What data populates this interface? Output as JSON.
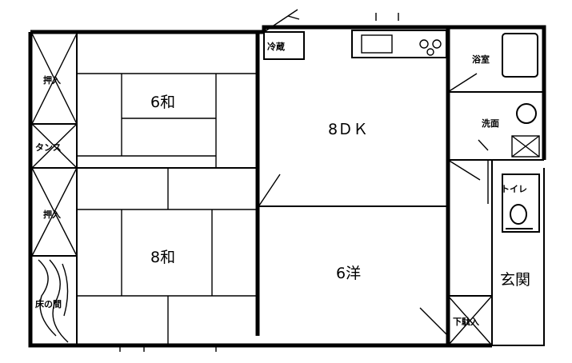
{
  "rooms": {
    "washitsu6": "6和",
    "washitsu8": "8和",
    "dk": "8ＤＫ",
    "yoshitsu": "6洋",
    "genkan": "玄関"
  },
  "labels": {
    "oshiire_top": "押入",
    "oshiire_mid": "押入",
    "tansu": "タンス",
    "tokonoma": "床の間",
    "reizoko": "冷蔵",
    "yokushitsu": "浴室",
    "senmen": "洗面",
    "toilet": "トイレ",
    "getabako": "下駄入"
  }
}
